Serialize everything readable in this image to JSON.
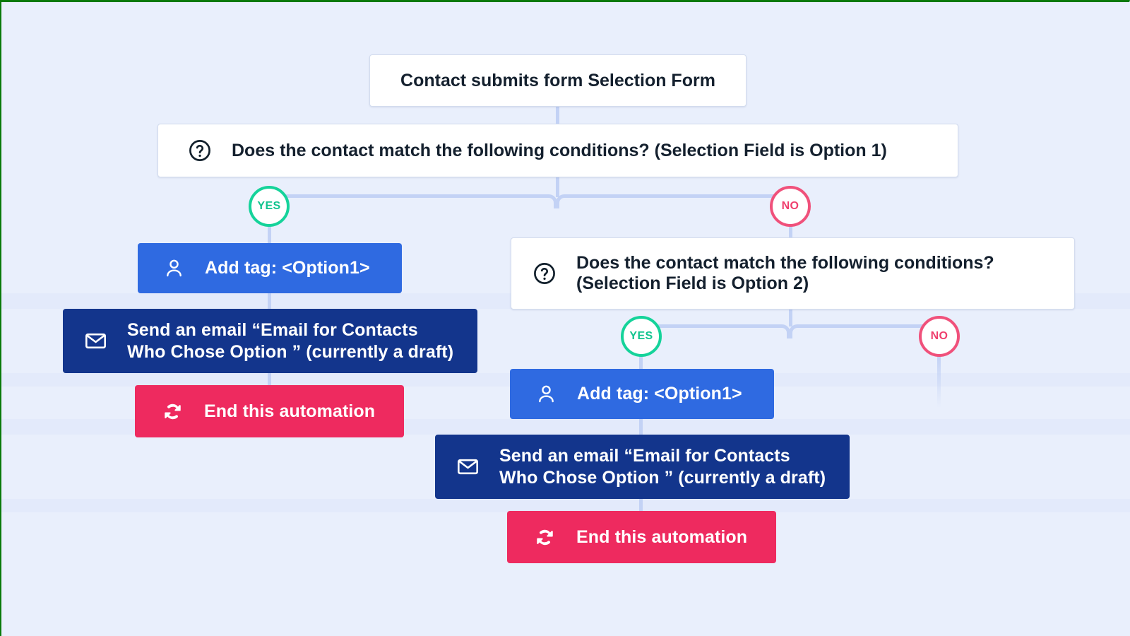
{
  "diagram": {
    "title": "Automation branching flowchart",
    "background_color": "#e9effc",
    "connector_color": "#c3d2f5"
  },
  "colors": {
    "white_node": "#ffffff",
    "blue_node": "#2f6ae1",
    "navy_node": "#13358c",
    "pink_node": "#ee2a5f",
    "yes_accent": "#15d39a",
    "no_accent": "#f0517b"
  },
  "nodes": {
    "trigger": {
      "label": "Contact submits form Selection Form",
      "type": "trigger"
    },
    "condition_1": {
      "icon": "question-mark-circle-icon",
      "label": "Does the contact match the following conditions? (Selection Field is Option 1)",
      "type": "condition"
    },
    "condition_2": {
      "icon": "question-mark-circle-icon",
      "line1": "Does the contact match the following conditions?",
      "line2": "(Selection Field is Option 2)",
      "type": "condition"
    },
    "branch_a": {
      "add_tag": {
        "icon": "person-icon",
        "label": "Add tag: <Option1>"
      },
      "send_email": {
        "icon": "envelope-icon",
        "line1": "Send an email “Email for Contacts",
        "line2": "Who Chose Option ” (currently a draft)"
      },
      "end_automation": {
        "icon": "refresh-loop-icon",
        "label": "End this automation"
      }
    },
    "branch_b": {
      "add_tag": {
        "icon": "person-icon",
        "label": "Add tag: <Option1>"
      },
      "send_email": {
        "icon": "envelope-icon",
        "line1": "Send an email “Email for Contacts",
        "line2": "Who Chose Option ” (currently a draft)"
      },
      "end_automation": {
        "icon": "refresh-loop-icon",
        "label": "End this automation"
      }
    }
  },
  "badges": {
    "yes_1": "YES",
    "no_1": "NO",
    "yes_2": "YES",
    "no_2": "NO"
  }
}
